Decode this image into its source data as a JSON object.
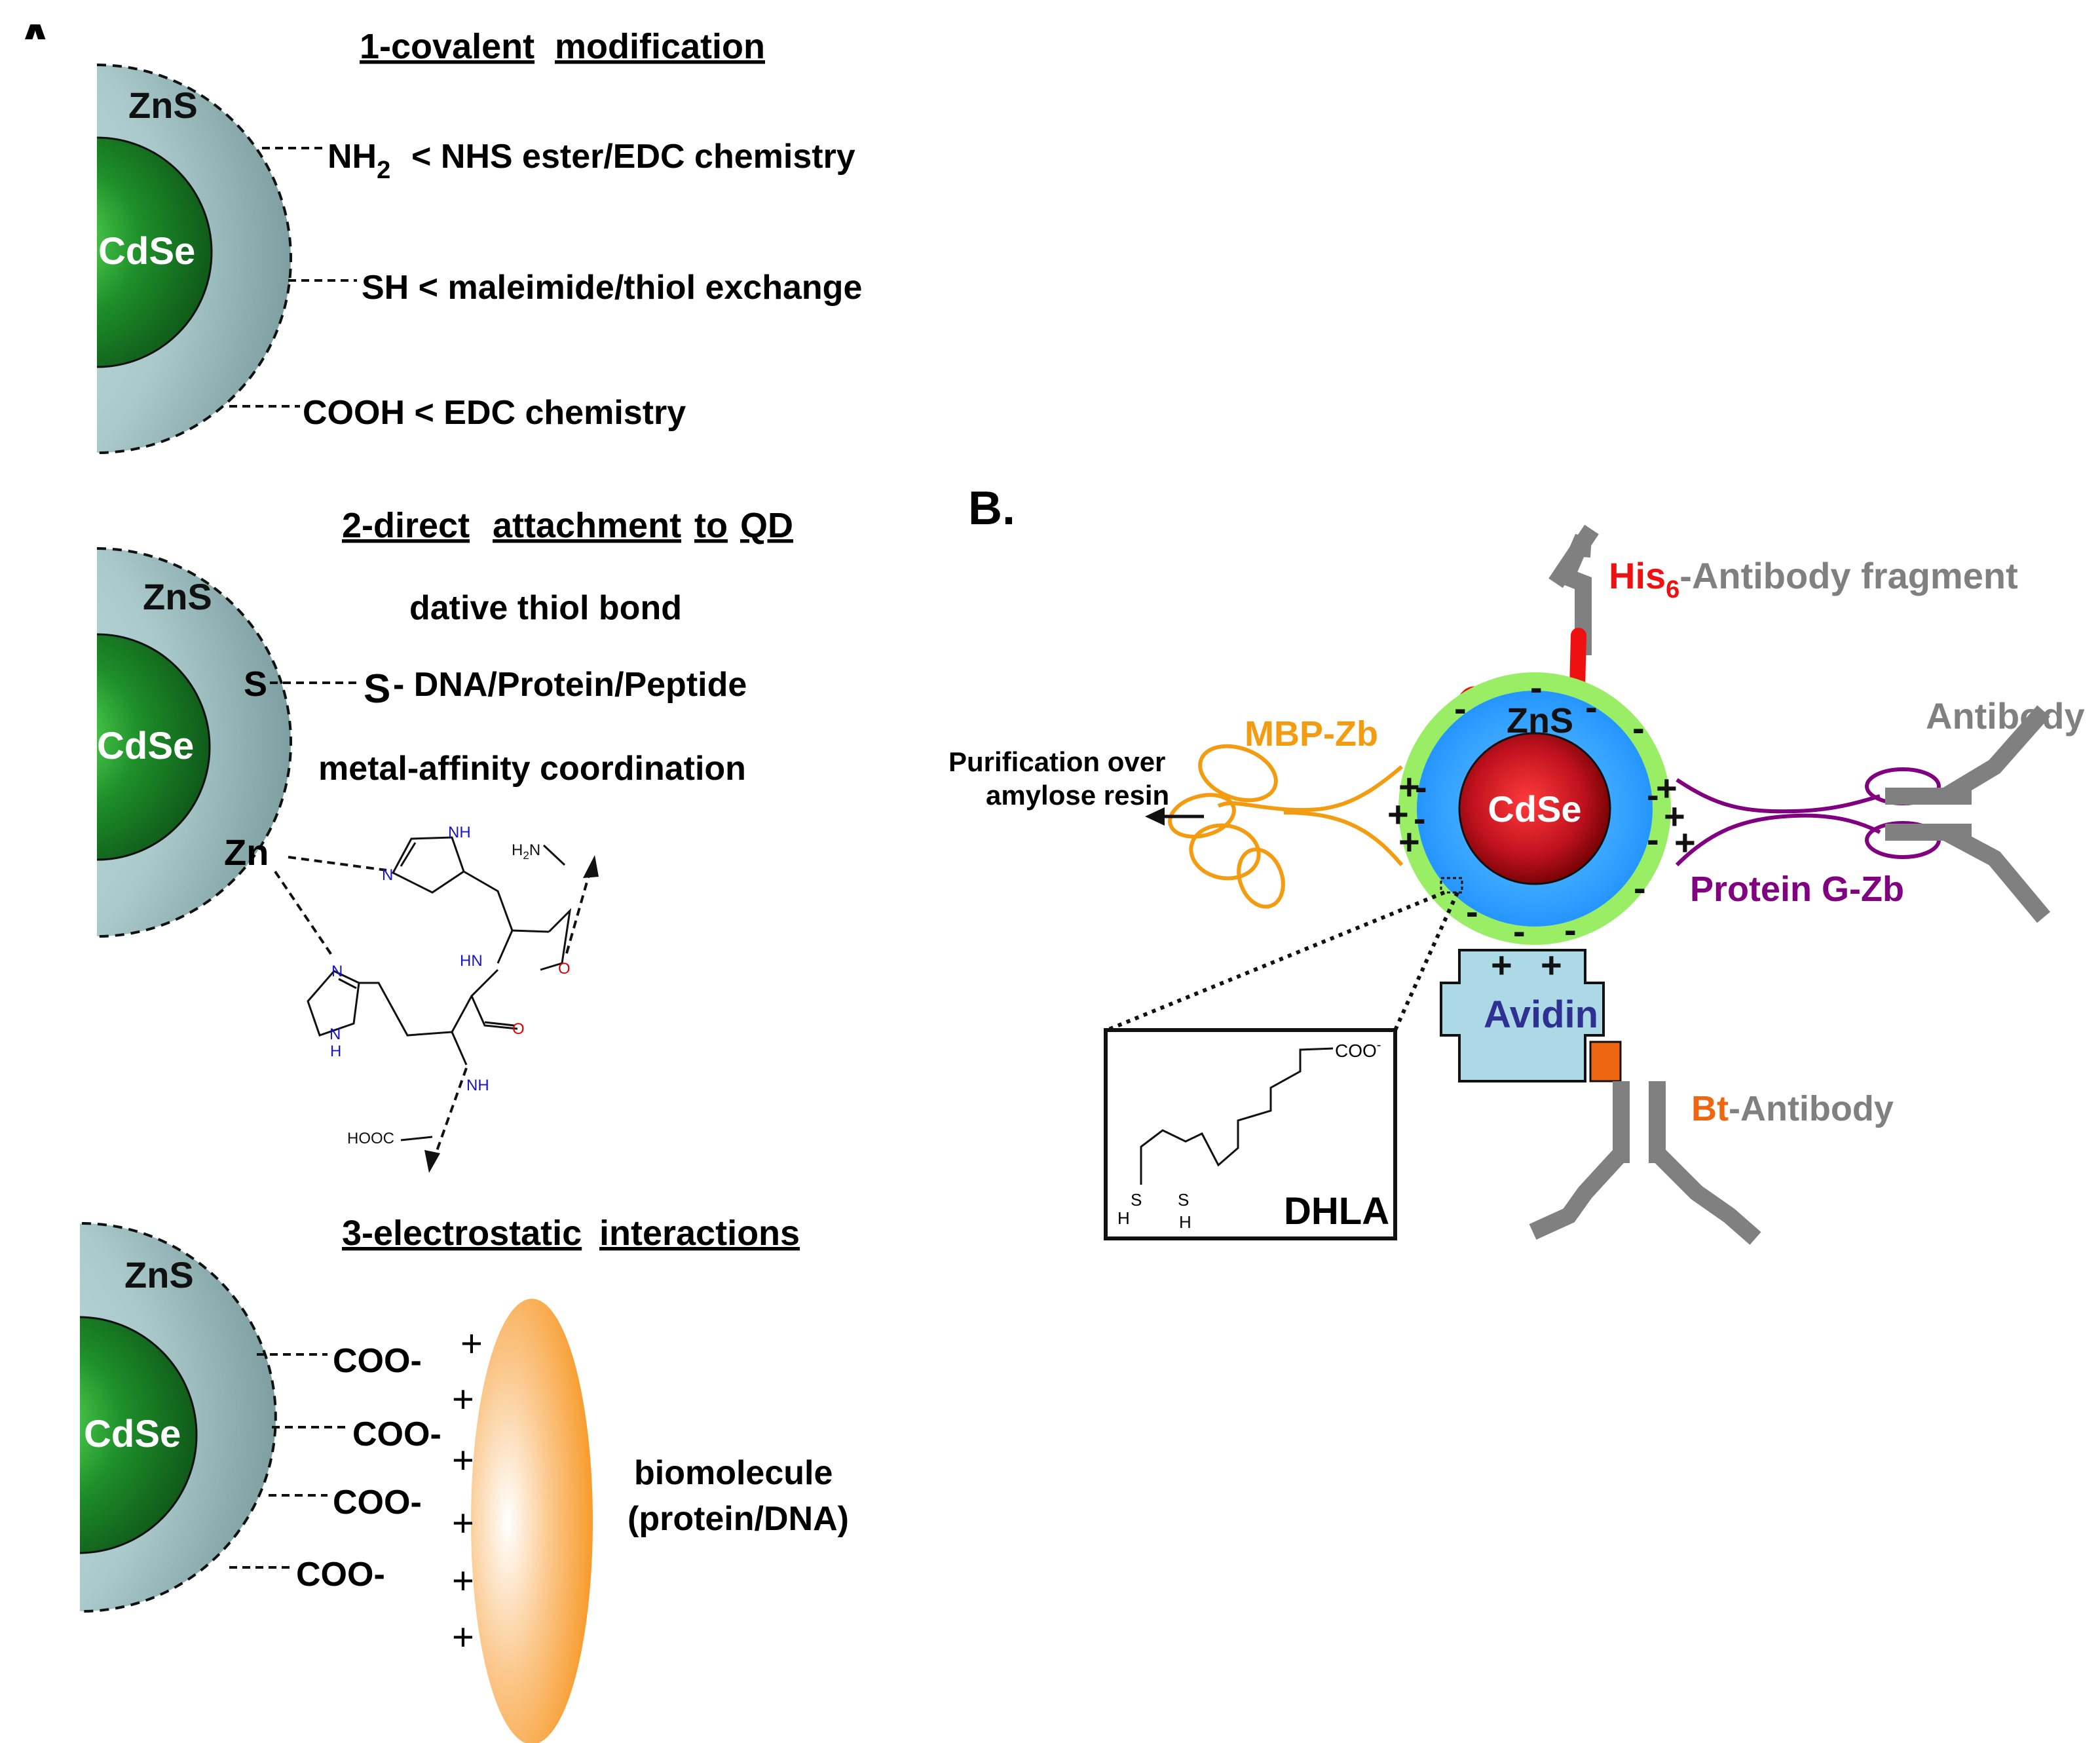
{
  "panel_a": {
    "label": "A.",
    "core": "CdSe",
    "shell": "ZnS",
    "section1": {
      "heading_part1": "1-covalent",
      "heading_part2": "modification",
      "nh2_base": "NH",
      "nh2_sub": "2",
      "nh2_method": "< NHS ester/EDC chemistry",
      "sh_line": "SH < maleimide/thiol exchange",
      "cooh_line": "COOH < EDC chemistry"
    },
    "section2": {
      "heading_part1": "2-direct",
      "heading_part2": "attachment",
      "heading_part3": "to",
      "heading_part4": "QD",
      "dative": "dative thiol bond",
      "surface_s": "S",
      "ligand_s": "S",
      "ligand_text": "- DNA/Protein/Peptide",
      "metal_affinity": "metal-affinity coordination",
      "surface_zn": "Zn",
      "molecule_labels": {
        "nh_a": "NH",
        "n_a": "N",
        "h2n": "H",
        "h2n_sub": "2",
        "h2n_n": "N",
        "o_a": "O",
        "hn_amide": "HN",
        "o_b": "O",
        "n_b": "N",
        "nh_b": "N",
        "h_b": "H",
        "nh_c": "NH",
        "hooc": "HOOC"
      }
    },
    "section3": {
      "heading_part1": "3-electrostatic",
      "heading_part2": "interactions",
      "coo_labels": [
        "COO-",
        "COO-",
        "COO-",
        "COO-"
      ],
      "plus_sign": "+",
      "biomolecule_line1": "biomolecule",
      "biomolecule_line2": "(protein/DNA)"
    }
  },
  "panel_b": {
    "label": "B.",
    "core": "CdSe",
    "shell": "ZnS",
    "his6_base": "His",
    "his6_sub": "6",
    "his6_dash": "-",
    "antibody_fragment": "Antibody fragment",
    "mbp_zb": "MBP-Zb",
    "purification_line1": "Purification  over",
    "purification_line2": "amylose resin",
    "antibody": "Antibody",
    "protein_g_zb": "Protein G-Zb",
    "avidin": "Avidin",
    "bt": "Bt",
    "bt_antibody": "-Antibody",
    "dhla": "DHLA",
    "coo_minus": "COO",
    "minus_sup": "-",
    "s_label": "S",
    "h_label": "H",
    "charge_minus": "-",
    "charge_plus": "+"
  },
  "colors": {
    "core_green": "#1e8f2a",
    "shell_teal": "#a9c9cb",
    "cdse_red": "#c1121f",
    "zns_blue": "#1e90ff",
    "dhla_green": "#99ee66",
    "his_red": "#ee1111",
    "antibody_gray": "#808080",
    "mbp_orange": "#f39c12",
    "protein_g_purple": "#800080",
    "avidin_fill": "#add8e6",
    "avidin_text": "#2e3192",
    "bt_orange": "#ee6611",
    "biomolecule_orange": "#f7941d",
    "heteroatom_blue": "#1515cc",
    "oxygen_red": "#dd0000"
  }
}
